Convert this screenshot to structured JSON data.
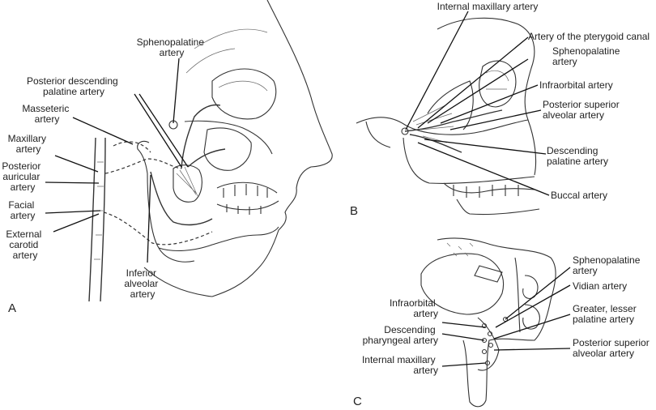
{
  "panels": {
    "a": "A",
    "b": "B",
    "c": "C"
  },
  "panel_a": {
    "sphenopalatine": [
      "Sphenopalatine",
      "artery"
    ],
    "posterior_descending_palatine": [
      "Posterior descending",
      "palatine artery"
    ],
    "masseteric": [
      "Masseteric",
      "artery"
    ],
    "maxillary": [
      "Maxillary",
      "artery"
    ],
    "posterior_auricular": [
      "Posterior",
      "auricular",
      "artery"
    ],
    "facial": [
      "Facial",
      "artery"
    ],
    "external_carotid": [
      "External",
      "carotid",
      "artery"
    ],
    "inferior_alveolar": [
      "Inferior",
      "alveolar",
      "artery"
    ]
  },
  "panel_b": {
    "internal_maxillary": [
      "Internal maxillary artery"
    ],
    "pterygoid_canal": [
      "Artery of the pterygoid canal"
    ],
    "sphenopalatine": [
      "Sphenopalatine",
      "artery"
    ],
    "infraorbital": [
      "Infraorbital artery"
    ],
    "posterior_superior_alveolar": [
      "Posterior superior",
      "alveolar artery"
    ],
    "descending_palatine": [
      "Descending",
      "palatine artery"
    ],
    "buccal": [
      "Buccal artery"
    ]
  },
  "panel_c": {
    "sphenopalatine": [
      "Sphenopalatine",
      "artery"
    ],
    "vidian": [
      "Vidian artery"
    ],
    "greater_lesser_palatine": [
      "Greater, lesser",
      "palatine artery"
    ],
    "posterior_superior_alveolar": [
      "Posterior superior",
      "alveolar artery"
    ],
    "infraorbital": [
      "Infraorbital",
      "artery"
    ],
    "descending_pharyngeal": [
      "Descending",
      "pharyngeal artery"
    ],
    "internal_maxillary": [
      "Internal maxillary",
      "artery"
    ]
  }
}
